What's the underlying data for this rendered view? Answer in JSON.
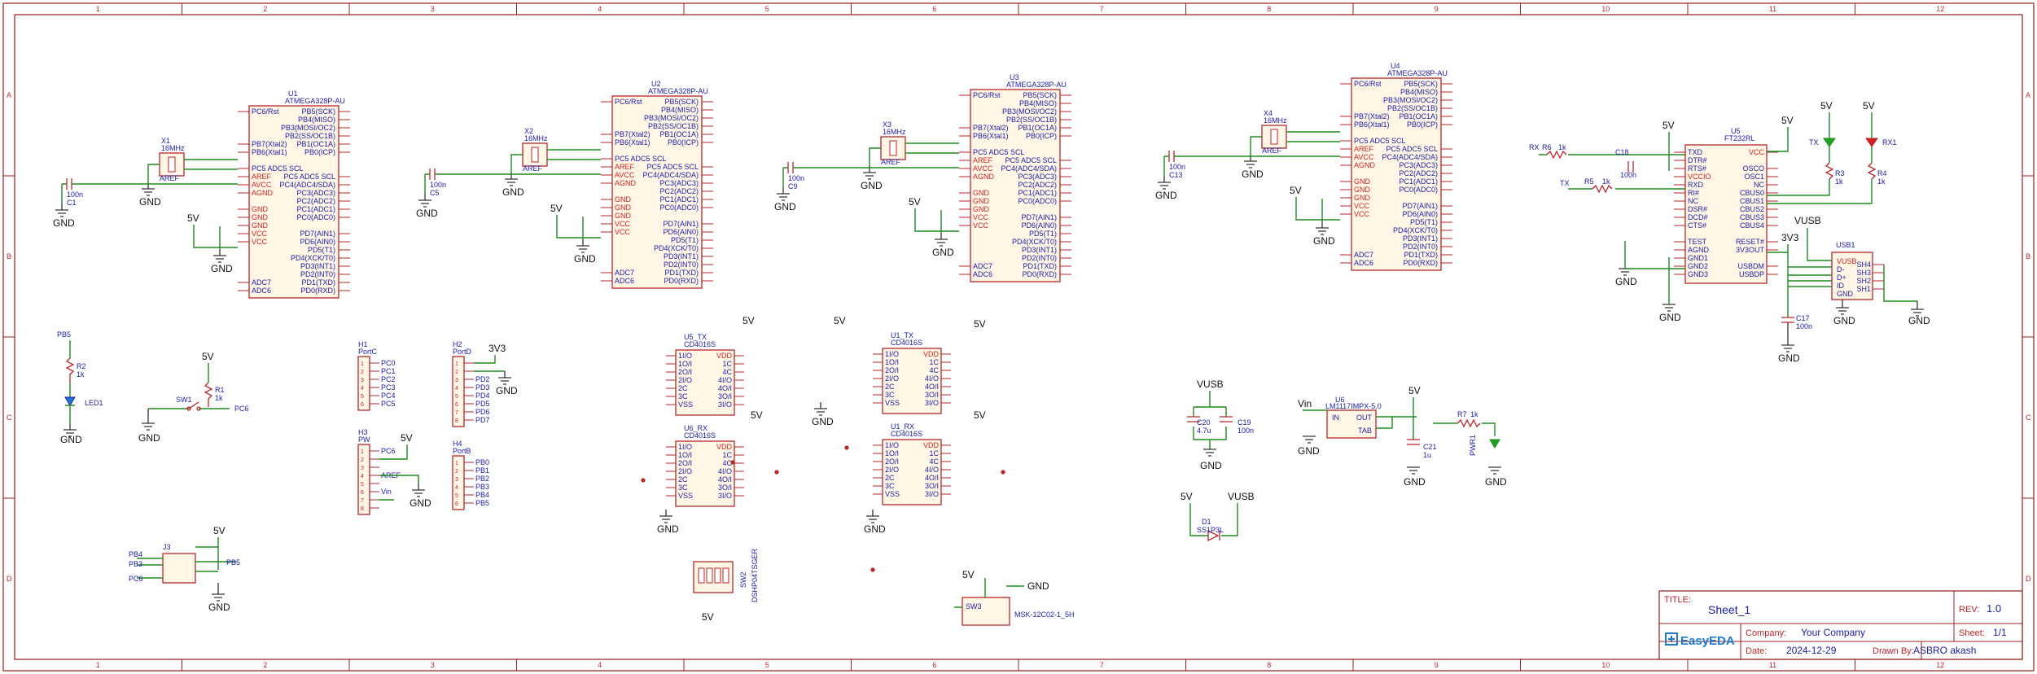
{
  "columns": [
    "1",
    "2",
    "3",
    "4",
    "5",
    "6",
    "7",
    "8",
    "9",
    "10",
    "11",
    "12"
  ],
  "rows": [
    "A",
    "B",
    "C",
    "D"
  ],
  "mcus": [
    {
      "ref": "U1",
      "part": "ATMEGA328P-AU",
      "left": [
        "PC6/Rst",
        "",
        "",
        "",
        "PB7(Xtal2)",
        "PB6(Xtal1)",
        "",
        "PC5 ADC5 SCL",
        "AREF",
        "AVCC",
        "AGND",
        "",
        "GND",
        "GND",
        "GND",
        "VCC",
        "VCC",
        "",
        "",
        "",
        "",
        "ADC7",
        "ADC6"
      ],
      "right": [
        "PB5(SCK)",
        "PB4(MISO)",
        "PB3(MOSI/OC2)",
        "PB2(SS/OC1B)",
        "PB1(OC1A)",
        "PB0(ICP)",
        "",
        "",
        "PC5 ADC5 SCL",
        "PC4(ADC4/SDA)",
        "PC3(ADC3)",
        "PC2(ADC2)",
        "PC1(ADC1)",
        "PC0(ADC0)",
        "",
        "PD7(AIN1)",
        "PD6(AIN0)",
        "PD5(T1)",
        "PD4(XCK/T0)",
        "PD3(INT1)",
        "PD2(INT0)",
        "PD1(TXD)",
        "PD0(RXD)"
      ],
      "crystal": "X1",
      "crystal_val": "16MHz",
      "cap": "C1",
      "cap_val": "100n"
    },
    {
      "ref": "U2",
      "part": "ATMEGA328P-AU",
      "left": [],
      "right": [],
      "crystal": "X2",
      "crystal_val": "16MHz",
      "cap": "C5",
      "cap_val": "100n"
    },
    {
      "ref": "U3",
      "part": "ATMEGA328P-AU",
      "left": [],
      "right": [],
      "crystal": "X3",
      "crystal_val": "16MHz",
      "cap": "C9",
      "cap_val": "100n"
    },
    {
      "ref": "U4",
      "part": "ATMEGA328P-AU",
      "left": [],
      "right": [],
      "crystal": "X4",
      "crystal_val": "16MHz",
      "cap": "C13",
      "cap_val": "100n"
    }
  ],
  "ft232": {
    "ref": "U5",
    "part": "FT232RL",
    "left": [
      "TXD",
      "DTR#",
      "RTS#",
      "VCCIO",
      "RXD",
      "RI#",
      "NC",
      "DSR#",
      "DCD#",
      "CTS#",
      "",
      "TEST",
      "AGND",
      "GND1",
      "GND2",
      "GND3"
    ],
    "right": [
      "VCC",
      "",
      "OSCO",
      "OSC1",
      "NC",
      "CBUS0",
      "CBUS1",
      "CBUS2",
      "CBUS3",
      "CBUS4",
      "",
      "RESET#",
      "3V3OUT",
      "",
      "USBDM",
      "USBDP"
    ]
  },
  "usb": {
    "ref": "USB1",
    "pins": [
      "VUSB",
      "D-",
      "D+",
      "ID",
      "GND"
    ],
    "shield": [
      "SH4",
      "SH3",
      "SH2",
      "SH1"
    ]
  },
  "cd4016": [
    {
      "ref": "U5_TX",
      "part": "CD4016S",
      "left": [
        "1I/O",
        "1O/I",
        "2O/I",
        "2I/O",
        "2C",
        "3C",
        "VSS"
      ],
      "right": [
        "VDD",
        "1C",
        "4C",
        "4I/O",
        "4O/I",
        "3O/I",
        "3I/O"
      ]
    },
    {
      "ref": "U6_RX",
      "part": "CD4016S",
      "left": [
        "1I/O",
        "1O/I",
        "2O/I",
        "2I/O",
        "2C",
        "3C",
        "VSS"
      ],
      "right": [
        "VDD",
        "1C",
        "4C",
        "4I/O",
        "4O/I",
        "3O/I",
        "3I/O"
      ]
    },
    {
      "ref": "U1_TX",
      "part": "CD4016S",
      "left": [
        "1I/O",
        "1O/I",
        "2O/I",
        "2I/O",
        "2C",
        "3C",
        "VSS"
      ],
      "right": [
        "VDD",
        "1C",
        "4C",
        "4I/O",
        "4O/I",
        "3O/I",
        "3I/O"
      ]
    },
    {
      "ref": "U1_RX",
      "part": "CD4016S",
      "left": [
        "1I/O",
        "1O/I",
        "2O/I",
        "2I/O",
        "2C",
        "3C",
        "VSS"
      ],
      "right": [
        "VDD",
        "1C",
        "4C",
        "4I/O",
        "4O/I",
        "3O/I",
        "3I/O"
      ]
    }
  ],
  "headers": [
    {
      "ref": "H1",
      "name": "PortC",
      "pins": [
        "PC0",
        "PC1",
        "PC2",
        "PC3",
        "PC4",
        "PC5"
      ]
    },
    {
      "ref": "H2",
      "name": "PortD",
      "pins": [
        "PD2",
        "PD3",
        "PD4",
        "PD5",
        "PD6",
        "PD7"
      ]
    },
    {
      "ref": "H3",
      "name": "PW",
      "pins": [
        "PC6",
        "",
        "",
        "AREF",
        "",
        "Vin"
      ]
    },
    {
      "ref": "H4",
      "name": "PortB",
      "pins": [
        "PB0",
        "PB1",
        "PB2",
        "PB3",
        "PB4",
        "PB5"
      ]
    }
  ],
  "misc": {
    "led1": "LED1",
    "r2": "R2",
    "r2_val": "1k",
    "pb5": "PB5",
    "sw1": "SW1",
    "r1": "R1",
    "r1_val": "1k",
    "pc6": "PC6",
    "j3": "J3",
    "pb4": "PB4",
    "pb3": "PB3",
    "pb5b": "PB5",
    "pc6b": "PC6",
    "sw2": "SW2",
    "sw2_part": "DSHP04TSGER",
    "sw3": "SW3",
    "sw3_part": "MSK-12C02-1_5H",
    "c20": "C20",
    "c20_val": "4.7u",
    "c19": "C19",
    "c19_val": "100n",
    "d1": "D1",
    "d1_part": "SS1P3L",
    "u6": "U6",
    "u6_part": "LM1117IMPX-5.0",
    "u6_in": "IN",
    "u6_out": "OUT",
    "u6_tab": "TAB",
    "c21": "C21",
    "c21_val": "1u",
    "r7": "R7",
    "r7_val": "1k",
    "pwr1": "PWR1",
    "r6": "R6",
    "r6_val": "1k",
    "r5": "R5",
    "r5_val": "1k",
    "c18": "C18",
    "c18_val": "100n",
    "r3": "R3",
    "r3_val": "1k",
    "r4": "R4",
    "r4_val": "1k",
    "tx": "TX",
    "rx": "RX",
    "tx1": "TX",
    "rx1": "RX1",
    "c17": "C17",
    "c17_val": "100n",
    "v5": "5V",
    "v3v3": "3V3",
    "vusb": "VUSB",
    "vin": "Vin",
    "gnd": "GND",
    "aref": "AREF"
  },
  "title_block": {
    "title_label": "TITLE:",
    "title": "Sheet_1",
    "rev_label": "REV:",
    "rev": "1.0",
    "company_label": "Company:",
    "company": "Your Company",
    "sheet_label": "Sheet:",
    "sheet": "1/1",
    "date_label": "Date:",
    "date": "2024-12-29",
    "drawn_label": "Drawn By:",
    "drawn": "ASBRO akash",
    "logo": "EasyEDA"
  },
  "colors": {
    "frame": "#9b1c1c",
    "wire": "#1f8a1f",
    "component": "#b8262b",
    "net": "#1b1ba8"
  }
}
